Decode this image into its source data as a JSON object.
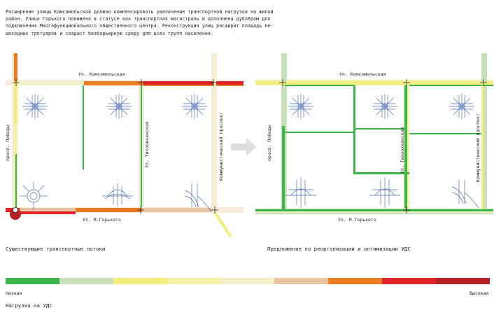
{
  "intro_text": "Расширение улицы Комсомольской должно компенсировать увеличение транспортной нагрузки на жилой\nрайон. Улица Горького понижена в статусе как транспортная магистраль и дополнена дублёром для\nподключения Многофункционального общественного центра. Реконструкция улиц расширит площадь пе-\nшеходных тротуаров и создаст безбарьерную среду для всех групп населения.",
  "streets": {
    "komsomolskaya": "Ул. Комсомольская",
    "pobedy": "просп. Победы",
    "tikhookeanskaya": "Ул. Тихоокеанская",
    "kommunistichesky": "Коммунистический проспект",
    "gorkogo": "Ул. М.Горького"
  },
  "captions": {
    "existing": "Существующие транспортные потоки",
    "proposal": "Предложение по реорганизации и оптимизации УДС"
  },
  "legend": {
    "low": "Низкая",
    "high": "Высокая",
    "title": "Нагрузка на УДС",
    "colors": [
      "#3cb54a",
      "#c9dfb8",
      "#f1ee7e",
      "#f4f1a6",
      "#f3f0c8",
      "#e9c4a2",
      "#ec7c22",
      "#e2242a",
      "#b41f24"
    ]
  },
  "colors": {
    "bg_road": "#f7e9dc",
    "junction_icon": "#4f6fb0",
    "arrow": "#dddddd",
    "green": "#3cb54a"
  }
}
